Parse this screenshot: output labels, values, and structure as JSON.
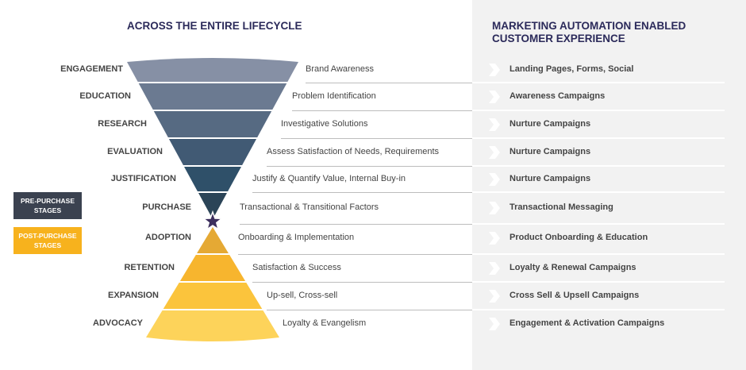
{
  "left_title": "ACROSS THE ENTIRE LIFECYCLE",
  "right_title_line1": "MARKETING AUTOMATION ENABLED",
  "right_title_line2": "CUSTOMER EXPERIENCE",
  "legend": {
    "pre": {
      "line1": "PRE-PURCHASE",
      "line2": "STAGES",
      "color": "#3b4250"
    },
    "post": {
      "line1": "POST-PURCHASE",
      "line2": "STAGES",
      "color": "#f7b21d"
    }
  },
  "rows": [
    {
      "stage": "ENGAGEMENT",
      "description": "Brand Awareness",
      "automation": "Landing Pages, Forms, Social"
    },
    {
      "stage": "EDUCATION",
      "description": "Problem Identification",
      "automation": "Awareness Campaigns"
    },
    {
      "stage": "RESEARCH",
      "description": "Investigative Solutions",
      "automation": "Nurture Campaigns"
    },
    {
      "stage": "EVALUATION",
      "description": "Assess Satisfaction of Needs, Requirements",
      "automation": "Nurture Campaigns"
    },
    {
      "stage": "JUSTIFICATION",
      "description": "Justify & Quantify Value,  Internal Buy-in",
      "automation": "Nurture Campaigns"
    },
    {
      "stage": "PURCHASE",
      "description": "Transactional & Transitional Factors",
      "automation": "Transactional Messaging"
    },
    {
      "stage": "ADOPTION",
      "description": "Onboarding & Implementation",
      "automation": "Product Onboarding & Education"
    },
    {
      "stage": "RETENTION",
      "description": "Satisfaction & Success",
      "automation": "Loyalty & Renewal Campaigns"
    },
    {
      "stage": "EXPANSION",
      "description": "Up-sell, Cross-sell",
      "automation": "Cross Sell & Upsell Campaigns"
    },
    {
      "stage": "ADVOCACY",
      "description": "Loyalty & Evangelism",
      "automation": "Engagement & Activation Campaigns"
    }
  ],
  "colors": {
    "funnel_top": [
      "#8690a5",
      "#6b7a91",
      "#566a82",
      "#415a74",
      "#2f5069",
      "#2b4457"
    ],
    "funnel_bottom": [
      "#e5a934",
      "#f7b52e",
      "#fbc43c",
      "#fdd35a"
    ],
    "star": "#3d2f5e",
    "title": "#2b2a5a"
  }
}
